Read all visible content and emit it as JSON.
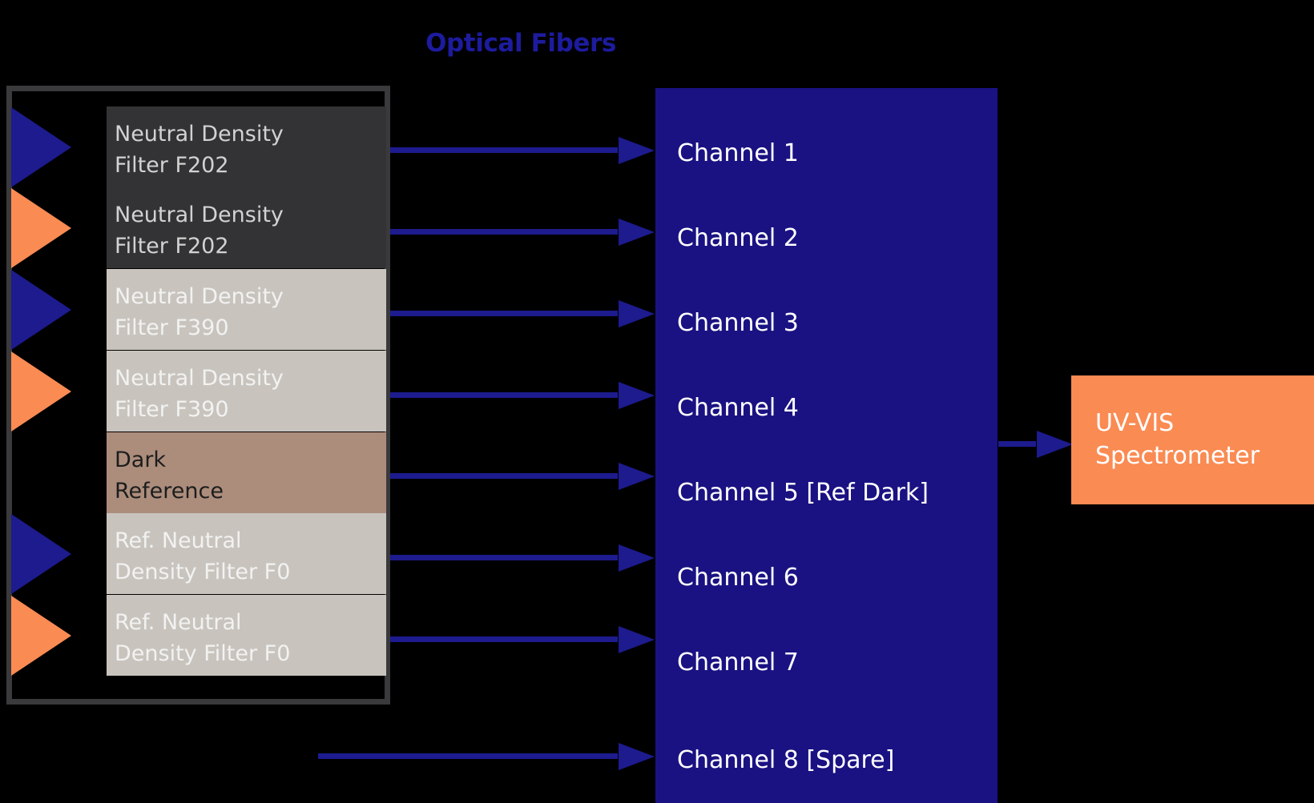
{
  "title": "Optical Fibers",
  "colors": {
    "background": "#000000",
    "fiber_blue": "#1d1b8e",
    "title_blue": "#1d1b9e",
    "panel_blue": "#1a1282",
    "accent_orange": "#fa8b53",
    "enclosure_border": "#3a3a3c",
    "box_dark": "#333335",
    "box_gray": "#c8c4bd",
    "box_tan": "#ac8d7c"
  },
  "filters": [
    {
      "line1": "Neutral Density",
      "line2": "Filter F202",
      "style": "dark",
      "arrow": "blue"
    },
    {
      "line1": "Neutral Density",
      "line2": "Filter F202",
      "style": "dark",
      "arrow": "orange"
    },
    {
      "line1": "Neutral Density",
      "line2": "Filter F390",
      "style": "gray",
      "arrow": "blue"
    },
    {
      "line1": "Neutral Density",
      "line2": "Filter F390",
      "style": "gray",
      "arrow": "orange"
    },
    {
      "line1": "Dark",
      "line2": "Reference",
      "style": "tan",
      "arrow": "none"
    },
    {
      "line1": "Ref. Neutral",
      "line2": "Density Filter F0",
      "style": "gray",
      "arrow": "blue"
    },
    {
      "line1": "Ref. Neutral",
      "line2": "Density Filter F0",
      "style": "gray",
      "arrow": "orange"
    }
  ],
  "channels": [
    {
      "label": "Channel 1"
    },
    {
      "label": "Channel 2"
    },
    {
      "label": "Channel 3"
    },
    {
      "label": "Channel 4"
    },
    {
      "label": "Channel 5 [Ref Dark]"
    },
    {
      "label": "Channel 6"
    },
    {
      "label": "Channel 7"
    },
    {
      "label": "Channel 8 [Spare]"
    }
  ],
  "spectrometer": {
    "line1": "UV-VIS",
    "line2": "Spectrometer"
  }
}
